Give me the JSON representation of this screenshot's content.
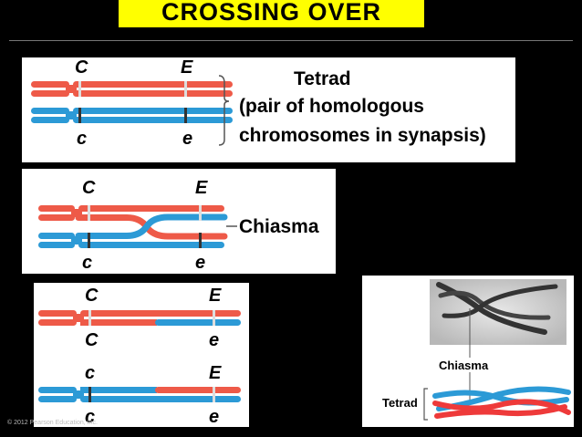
{
  "title": "CROSSING OVER",
  "colors": {
    "red": "#ee5a48",
    "blue": "#2c9ad6",
    "title_bg": "#ffff00",
    "black": "#000000"
  },
  "panel1": {
    "top_labels": [
      "C",
      "E"
    ],
    "bottom_labels": [
      "c",
      "e"
    ],
    "tetrad": "Tetrad",
    "description_line1": "(pair of homologous",
    "description_line2": "chromosomes in synapsis)"
  },
  "panel2": {
    "top_labels": [
      "C",
      "E"
    ],
    "bottom_labels": [
      "c",
      "e"
    ],
    "chiasma": "Chiasma"
  },
  "panel3": {
    "row1_labels": [
      "C",
      "E"
    ],
    "row2_labels": [
      "C",
      "e"
    ],
    "row3_labels": [
      "c",
      "E"
    ],
    "row4_labels": [
      "c",
      "e"
    ]
  },
  "panel4": {
    "chiasma": "Chiasma",
    "tetrad": "Tetrad"
  },
  "copyright": "© 2012 Pearson Education, Inc."
}
